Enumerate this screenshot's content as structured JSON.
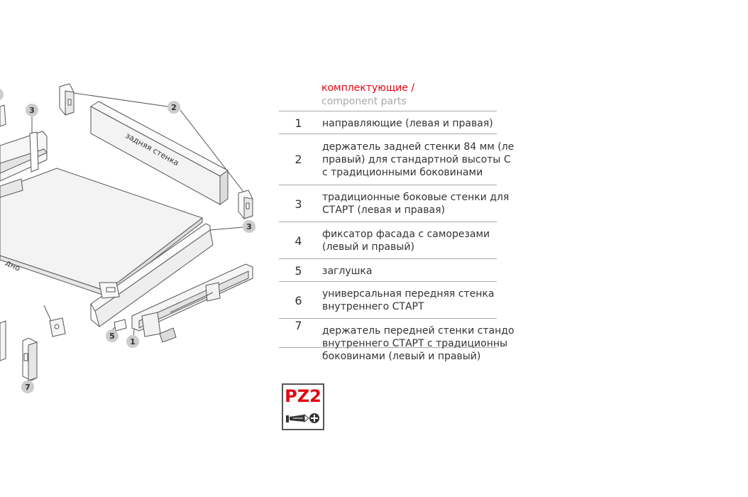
{
  "header": {
    "title_ru": "комплектующие /",
    "title_en": "component parts"
  },
  "parts": [
    {
      "num": "1",
      "lines": [
        "направляющие (левая и правая)"
      ]
    },
    {
      "num": "2",
      "lines": [
        "держатель задней стенки 84 мм (ле",
        "правый) для стандартной высоты С",
        "с традиционными боковинами"
      ]
    },
    {
      "num": "3",
      "lines": [
        "традиционные боковые стенки для",
        "СТАРТ (левая и правая)"
      ]
    },
    {
      "num": "4",
      "lines": [
        "фиксатор фасада с саморезами",
        "(левый и правый)"
      ]
    },
    {
      "num": "5",
      "lines": [
        "заглушка"
      ]
    },
    {
      "num": "6",
      "lines": [
        "универсальная передняя стенка",
        "внутреннего СТАРТ"
      ]
    },
    {
      "num": "7",
      "lines": [
        "держатель передней стенки стандо",
        "внутреннего СТАРТ с традиционны",
        "боковинами (левый и правый)"
      ]
    }
  ],
  "diagram": {
    "back_wall_label": "задняя стенка",
    "bottom_label": "дно",
    "callouts": [
      "3",
      "2",
      "3",
      "5",
      "1",
      "7"
    ]
  },
  "badge": {
    "text": "PZ2",
    "icon": "screwdriver-pozidriv-icon"
  },
  "colors": {
    "accent": "#e30613",
    "muted": "#a8a8a8",
    "line": "#555555",
    "panel_fill": "#f3f3f3"
  }
}
